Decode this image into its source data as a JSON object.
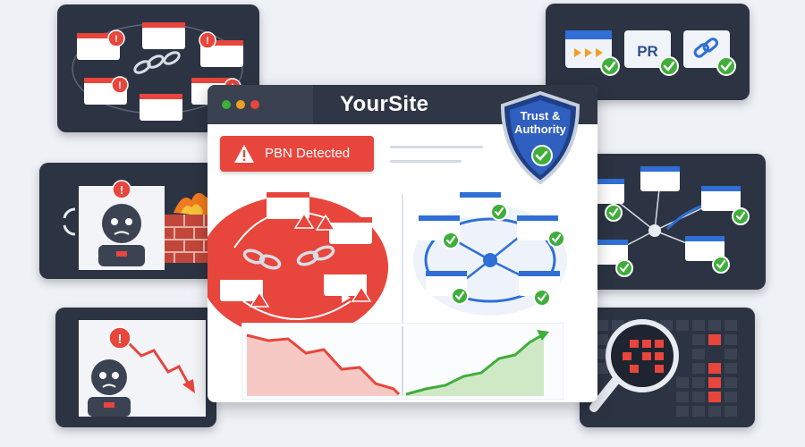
{
  "site": {
    "title": "YourSite"
  },
  "alert": {
    "label": "PBN Detected"
  },
  "badge": {
    "line1": "Trust &",
    "line2": "Authority"
  },
  "icons": {
    "tile_left": "video-icon",
    "tile_middle_text": "PR",
    "tile_right": "link-icon"
  },
  "colors": {
    "danger": "#e8453c",
    "success": "#3fae3a",
    "panel": "#2c3443",
    "accent": "#2f6fd6"
  }
}
